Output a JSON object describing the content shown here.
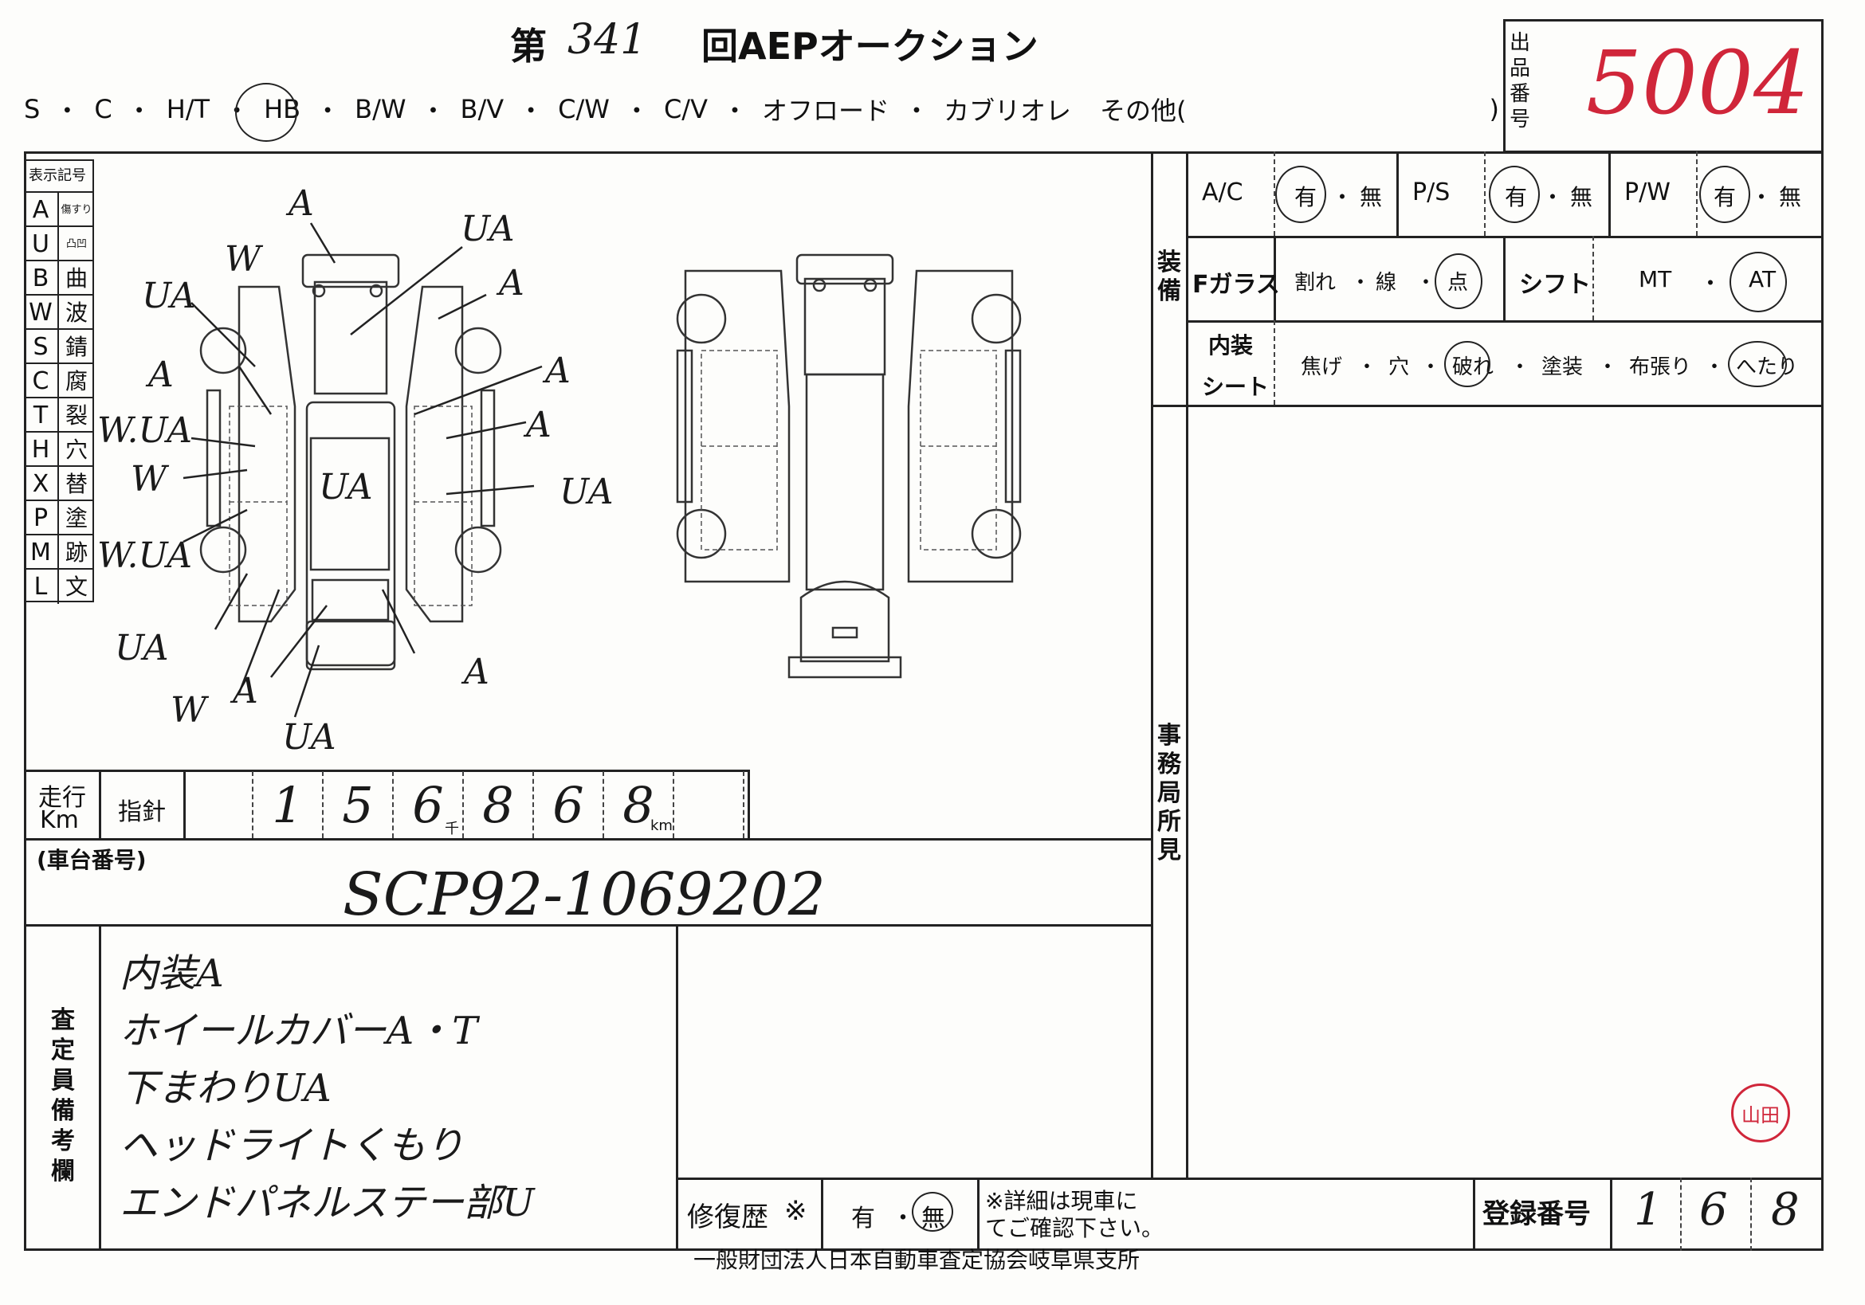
{
  "header": {
    "title_prefix": "第",
    "auction_number": "341",
    "title_suffix": "回AEPオークション",
    "body_types": [
      "S",
      "・",
      "C",
      "・",
      "H/T",
      "・",
      "HB",
      "・",
      "B/W",
      "・",
      "B/V",
      "・",
      "C/W",
      "・",
      "C/V",
      "・",
      "オフロード",
      "・",
      "カブリオレ",
      "その他(",
      ")"
    ],
    "selected_body_type": "HB"
  },
  "lot": {
    "label": "出品番号",
    "value": "5004",
    "value_color": "#d0263a"
  },
  "legend": {
    "title": "表示記号",
    "rows": [
      {
        "code": "A",
        "meaning": "傷すり"
      },
      {
        "code": "U",
        "meaning": "凸凹"
      },
      {
        "code": "B",
        "meaning": "曲"
      },
      {
        "code": "W",
        "meaning": "波"
      },
      {
        "code": "S",
        "meaning": "錆"
      },
      {
        "code": "C",
        "meaning": "腐"
      },
      {
        "code": "T",
        "meaning": "裂"
      },
      {
        "code": "H",
        "meaning": "穴"
      },
      {
        "code": "X",
        "meaning": "替"
      },
      {
        "code": "P",
        "meaning": "塗"
      },
      {
        "code": "M",
        "meaning": "跡"
      },
      {
        "code": "L",
        "meaning": "文"
      }
    ]
  },
  "diagram_marks": [
    "A",
    "UA",
    "W",
    "A",
    "UA",
    "A",
    "A",
    "W.UA",
    "A",
    "W",
    "UA",
    "UA",
    "W.UA",
    "UA",
    "W",
    "A",
    "UA",
    "A"
  ],
  "equipment": {
    "label": "装備",
    "ac": {
      "label": "A/C",
      "yes": "有",
      "sep": "・",
      "no": "無",
      "selected": "有"
    },
    "ps": {
      "label": "P/S",
      "yes": "有",
      "sep": "・",
      "no": "無",
      "selected": "有"
    },
    "pw": {
      "label": "P/W",
      "yes": "有",
      "sep": "・",
      "no": "無",
      "selected": "有"
    },
    "glass": {
      "label": "Fガラス",
      "opt1": "割れ",
      "opt2": "線",
      "opt3": "点",
      "selected": "点"
    },
    "shift": {
      "label": "シフト",
      "mt": "MT",
      "at": "AT",
      "selected": "AT"
    },
    "interior": {
      "label_top": "内装",
      "label_bottom": "シート",
      "options": [
        "焦げ",
        "穴",
        "破れ",
        "塗装",
        "布張り",
        "へたり"
      ],
      "selected": [
        "破れ",
        "へたり"
      ]
    }
  },
  "office_remarks": {
    "label": "事務局所見"
  },
  "mileage": {
    "label_top": "走行",
    "label_bottom": "Km",
    "pointer_label": "指針",
    "digits": [
      "",
      "1",
      "5",
      "6",
      "8",
      "6",
      "8",
      ""
    ],
    "thousand_unit": "千",
    "km_unit": "km"
  },
  "chassis": {
    "label": "(車台番号)",
    "value": "SCP92-1069202"
  },
  "inspector_notes": {
    "label": "査定員備考欄",
    "lines": [
      "内装A",
      "ホイールカバーA・T",
      "下まわりUA",
      "ヘッドライトくもり",
      "エンドパネルステー部U"
    ]
  },
  "repair_history": {
    "label": "修復歴",
    "mark": "※",
    "yes": "有",
    "sep": "・",
    "no": "無",
    "selected": "無",
    "note_line1": "※詳細は現車に",
    "note_line2": "てご確認下さい。"
  },
  "registration": {
    "label": "登録番号",
    "digits": [
      "1",
      "6",
      "8"
    ]
  },
  "stamp": {
    "text": "山田",
    "color": "#d0263a"
  },
  "footer": "一般財団法人日本自動車査定協会岐阜県支所"
}
